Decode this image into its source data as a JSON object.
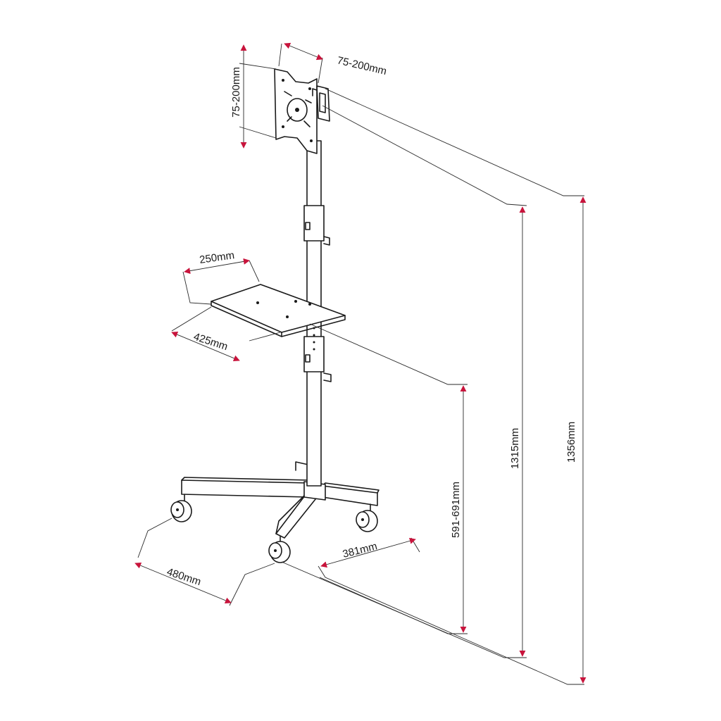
{
  "colors": {
    "line": "#1a1a1a",
    "arrow": "#c8143c",
    "background": "#ffffff"
  },
  "dimensions": {
    "vesa_width": "75-200mm",
    "vesa_height": "75-200mm",
    "shelf_depth": "250mm",
    "shelf_width": "425mm",
    "shelf_height": "591-691mm",
    "mount_center_height": "1315mm",
    "total_height": "1356mm",
    "base_width": "480mm",
    "base_depth": "381mm"
  }
}
